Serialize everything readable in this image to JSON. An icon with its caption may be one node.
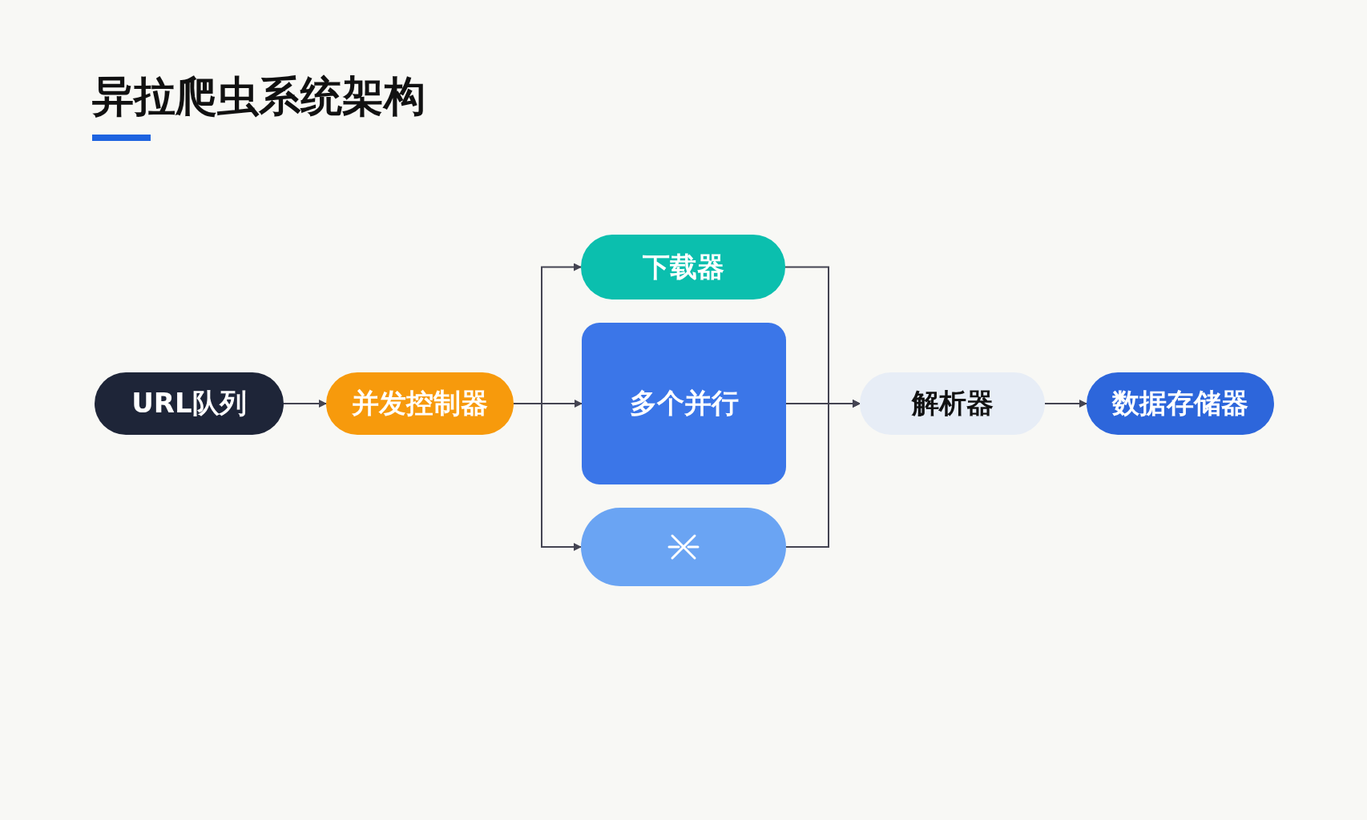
{
  "diagram": {
    "title": "异拉爬虫系统架构",
    "nodes": [
      {
        "text": [
          "URL队列"
        ]
      },
      {
        "text": [
          "并发控制器"
        ]
      },
      {
        "text": [
          "下载器"
        ]
      },
      {
        "text": [
          "多个并行"
        ]
      },
      {
        "text": [],
        "shape": "box"
      },
      {
        "text": [
          "解析器"
        ]
      },
      {
        "text": [
          "数据存储器"
        ]
      }
    ],
    "edges": [
      {
        "from": 0,
        "to": 1,
        "arrow": "to"
      },
      {
        "from": 1,
        "to": 2,
        "arrow": "to"
      },
      {
        "from": 1,
        "to": 3,
        "arrow": "to"
      },
      {
        "from": 1,
        "to": 4,
        "arrow": "to"
      },
      {
        "from": 2,
        "to": 5,
        "arrow": "to"
      },
      {
        "from": 3,
        "to": 5,
        "arrow": "to"
      },
      {
        "from": 4,
        "to": 5,
        "arrow": "to"
      },
      {
        "from": 5,
        "to": 6,
        "arrow": "to"
      }
    ]
  }
}
